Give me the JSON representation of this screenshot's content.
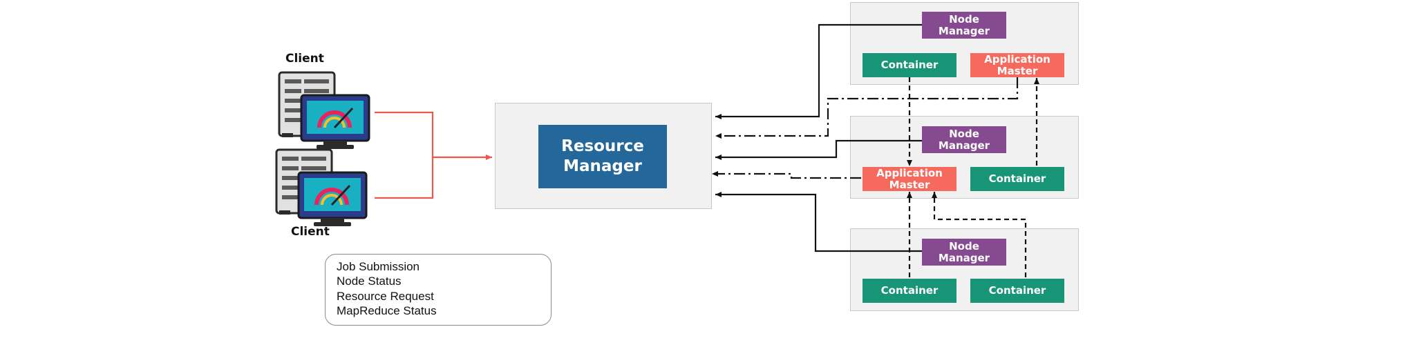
{
  "clients": {
    "top_label": "Client",
    "bottom_label": "Client"
  },
  "resource_manager": {
    "label": "Resource\nManager"
  },
  "nodes": [
    {
      "node_manager": "Node\nManager",
      "container": "Container",
      "application_master": "Application\nMaster"
    },
    {
      "node_manager": "Node\nManager",
      "application_master": "Application\nMaster",
      "container": "Container"
    },
    {
      "node_manager": "Node\nManager",
      "container_left": "Container",
      "container_right": "Container"
    }
  ],
  "legend": {
    "items": [
      {
        "label": "Job Submission",
        "style": "solid-red"
      },
      {
        "label": "Node Status",
        "style": "solid-black"
      },
      {
        "label": "Resource Request",
        "style": "dash-dot"
      },
      {
        "label": "MapReduce Status",
        "style": "dashed"
      }
    ]
  },
  "colors": {
    "node_manager": "#854a8f",
    "container": "#189477",
    "application_master": "#f66a5e",
    "resource_manager": "#24679b",
    "job_submission": "#f0554a",
    "panel": "#f1f1f1"
  },
  "icons": [
    "server-computer-icon",
    "server-computer-icon"
  ]
}
